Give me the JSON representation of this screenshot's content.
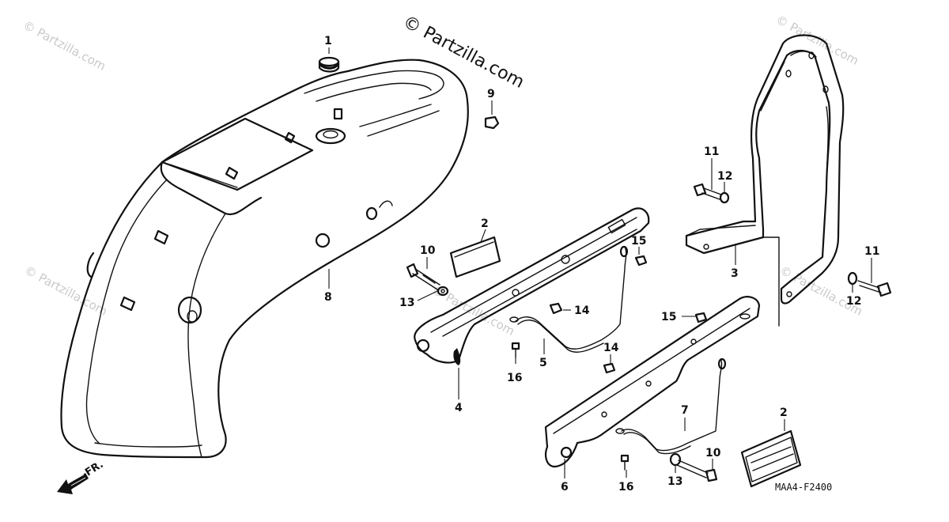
{
  "watermark": {
    "main": "© Partzilla.com",
    "faint": "© Partzilla.com"
  },
  "diagram_code": "MAA4-F2400",
  "direction_label": "FR.",
  "callouts": {
    "c1": "1",
    "c2a": "2",
    "c2b": "2",
    "c3": "3",
    "c4": "4",
    "c5": "5",
    "c6": "6",
    "c7": "7",
    "c8": "8",
    "c9": "9",
    "c10a": "10",
    "c10b": "10",
    "c11a": "11",
    "c11b": "11",
    "c12a": "12",
    "c12b": "12",
    "c13a": "13",
    "c13b": "13",
    "c14a": "14",
    "c14b": "14",
    "c15a": "15",
    "c15b": "15",
    "c16a": "16",
    "c16b": "16"
  }
}
